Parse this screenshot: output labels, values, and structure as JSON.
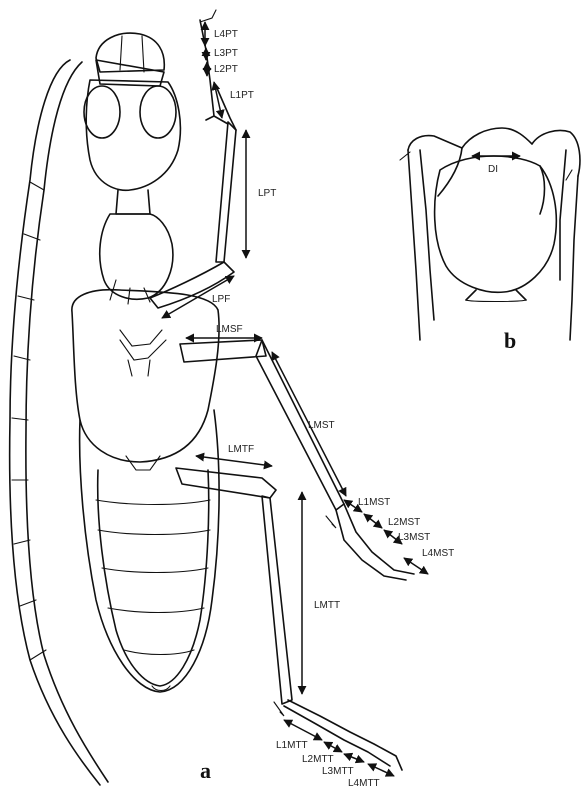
{
  "labels": {
    "L4PT": "L4PT",
    "L3PT": "L3PT",
    "L2PT": "L2PT",
    "L1PT": "L1PT",
    "LPT": "LPT",
    "LPF": "LPF",
    "LMSF": "LMSF",
    "LMST": "LMST",
    "L1MST": "L1MST",
    "L2MST": "L2MST",
    "L3MST": "L3MST",
    "L4MST": "L4MST",
    "LMTF": "LMTF",
    "LMTT": "LMTT",
    "L1MTT": "L1MTT",
    "L2MTT": "L2MTT",
    "L3MTT": "L3MTT",
    "L4MTT": "L4MTT",
    "DI": "DI"
  },
  "panels": {
    "a": "a",
    "b": "b"
  }
}
